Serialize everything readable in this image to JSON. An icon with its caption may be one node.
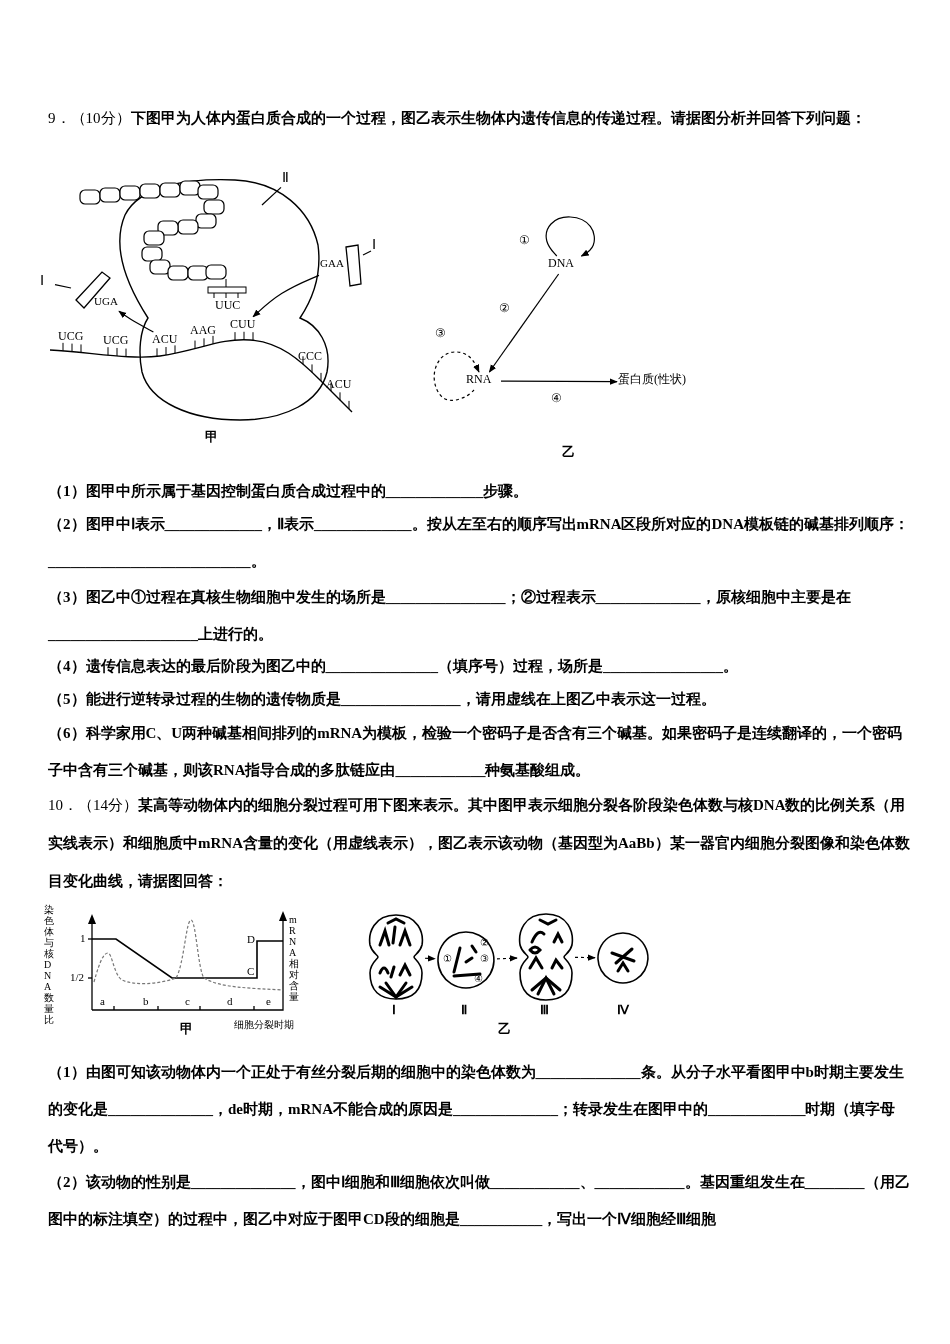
{
  "diagram": {
    "nodes": [
      {
        "text": [
          "Ⅱ"
        ]
      },
      {
        "text": [
          "Ⅰ"
        ]
      },
      {
        "text": [
          "GAA"
        ]
      },
      {
        "text": [
          "Ⅰ"
        ]
      },
      {
        "text": [
          "UGA"
        ]
      },
      {
        "text": [
          "ACU"
        ]
      },
      {
        "text": [
          "CUU"
        ]
      },
      {
        "text": [
          "DNA"
        ]
      },
      {
        "text": [
          "RNA"
        ]
      },
      {
        "text": [
          "蛋白质(性状)"
        ]
      },
      {
        "text": [],
        "shape": "picture",
        "beside": [
          "Ⅰ"
        ]
      },
      {
        "text": [
          "①",
          "②",
          "③",
          "④"
        ],
        "beside": [
          "Ⅱ"
        ]
      },
      {
        "text": [],
        "shape": "picture",
        "beside": [
          "Ⅲ"
        ]
      },
      {
        "text": [],
        "shape": "picture",
        "beside": [
          "Ⅳ"
        ]
      }
    ],
    "edges": [
      {
        "from": 0,
        "to": null,
        "arrow": "none"
      },
      {
        "from": 1,
        "to": 2,
        "arrow": "none"
      },
      {
        "from": 3,
        "to": 4,
        "arrow": "none"
      },
      {
        "from": 5,
        "to": 4,
        "arrow": "to"
      },
      {
        "from": 2,
        "to": 6,
        "arrow": "to"
      },
      {
        "from": 7,
        "to": 7,
        "arrow": "to",
        "label": "①"
      },
      {
        "from": 7,
        "to": 8,
        "arrow": "to",
        "label": "②"
      },
      {
        "from": 8,
        "to": 8,
        "arrow": "to",
        "label": "③",
        "style": "dashed"
      },
      {
        "from": 8,
        "to": 9,
        "arrow": "to",
        "label": "④"
      },
      {
        "from": 10,
        "to": 11,
        "arrow": "to",
        "style": "dashed"
      },
      {
        "from": 11,
        "to": 12,
        "arrow": "to",
        "style": "dashed"
      },
      {
        "from": 12,
        "to": 13,
        "arrow": "to",
        "style": "dashed"
      }
    ],
    "labels": [
      "9．（10分）**下图甲为人体内蛋白质合成的一个过程，图乙表示生物体内遗传信息的传递过程。请据图分析并回答下列问题：**",
      "UCG",
      "UCG",
      "AAG",
      "UUC",
      "CCC",
      "ACU",
      "甲",
      "乙",
      "（1）图甲中所示属于基因控制蛋白质合成过程中的_____________步骤。",
      "（2）图甲中Ⅰ表示_____________，Ⅱ表示_____________。按从左至右的顺序写出mRNA区段所对应的DNA模板链的碱基排列顺序：___________________________。",
      "（3）图乙中①过程在真核生物细胞中发生的场所是________________；②过程表示______________，原核细胞中主要是在____________________上进行的。",
      "（4）遗传信息表达的最后阶段为图乙中的_______________（填序号）过程，场所是________________。",
      "（5）能进行逆转录过程的生物的遗传物质是________________，请用虚线在上图乙中表示这一过程。",
      "（6）科学家用C、U两种碱基相间排列的mRNA为模板，检验一个密码子是否含有三个碱基。如果密码子是连续翻译的，一个密码子中含有三个碱基，则该RNA指导合成的多肽链应由____________种氨基酸组成。",
      "10．（14分）**某高等动物体内的细胞分裂过程可用下图来表示。其中图甲表示细胞分裂各阶段染色体数与核DNA数的比例关系（用实线表示）和细胞质中mRNA含量的变化（用虚线表示），图乙表示该动物（基因型为AaBb）某一器官内细胞分裂图像和染色体数目变化曲线，请据图回答：**",
      "染色体与核DNA数量比",
      "1",
      "1/2",
      "mRNA相对含量",
      "D",
      "C",
      "a",
      "b",
      "c",
      "d",
      "e",
      "甲",
      "细胞分裂时期",
      "乙",
      "（1）由图可知该动物体内一个正处于有丝分裂后期的细胞中的染色体数为______________条。从分子水平看图甲中b时期主要发生的变化是______________，de时期，mRNA不能合成的原因是______________；转录发生在图甲中的_____________时期（填字母代号）。",
      "（2）该动物的性别是______________，图中Ⅰ细胞和Ⅲ细胞依次叫做____________、____________。基因重组发生在________（用乙图中的标注填空）的过程中，图乙中对应于图甲CD段的细胞是___________，写出一个Ⅳ细胞经Ⅲ细胞"
    ]
  }
}
